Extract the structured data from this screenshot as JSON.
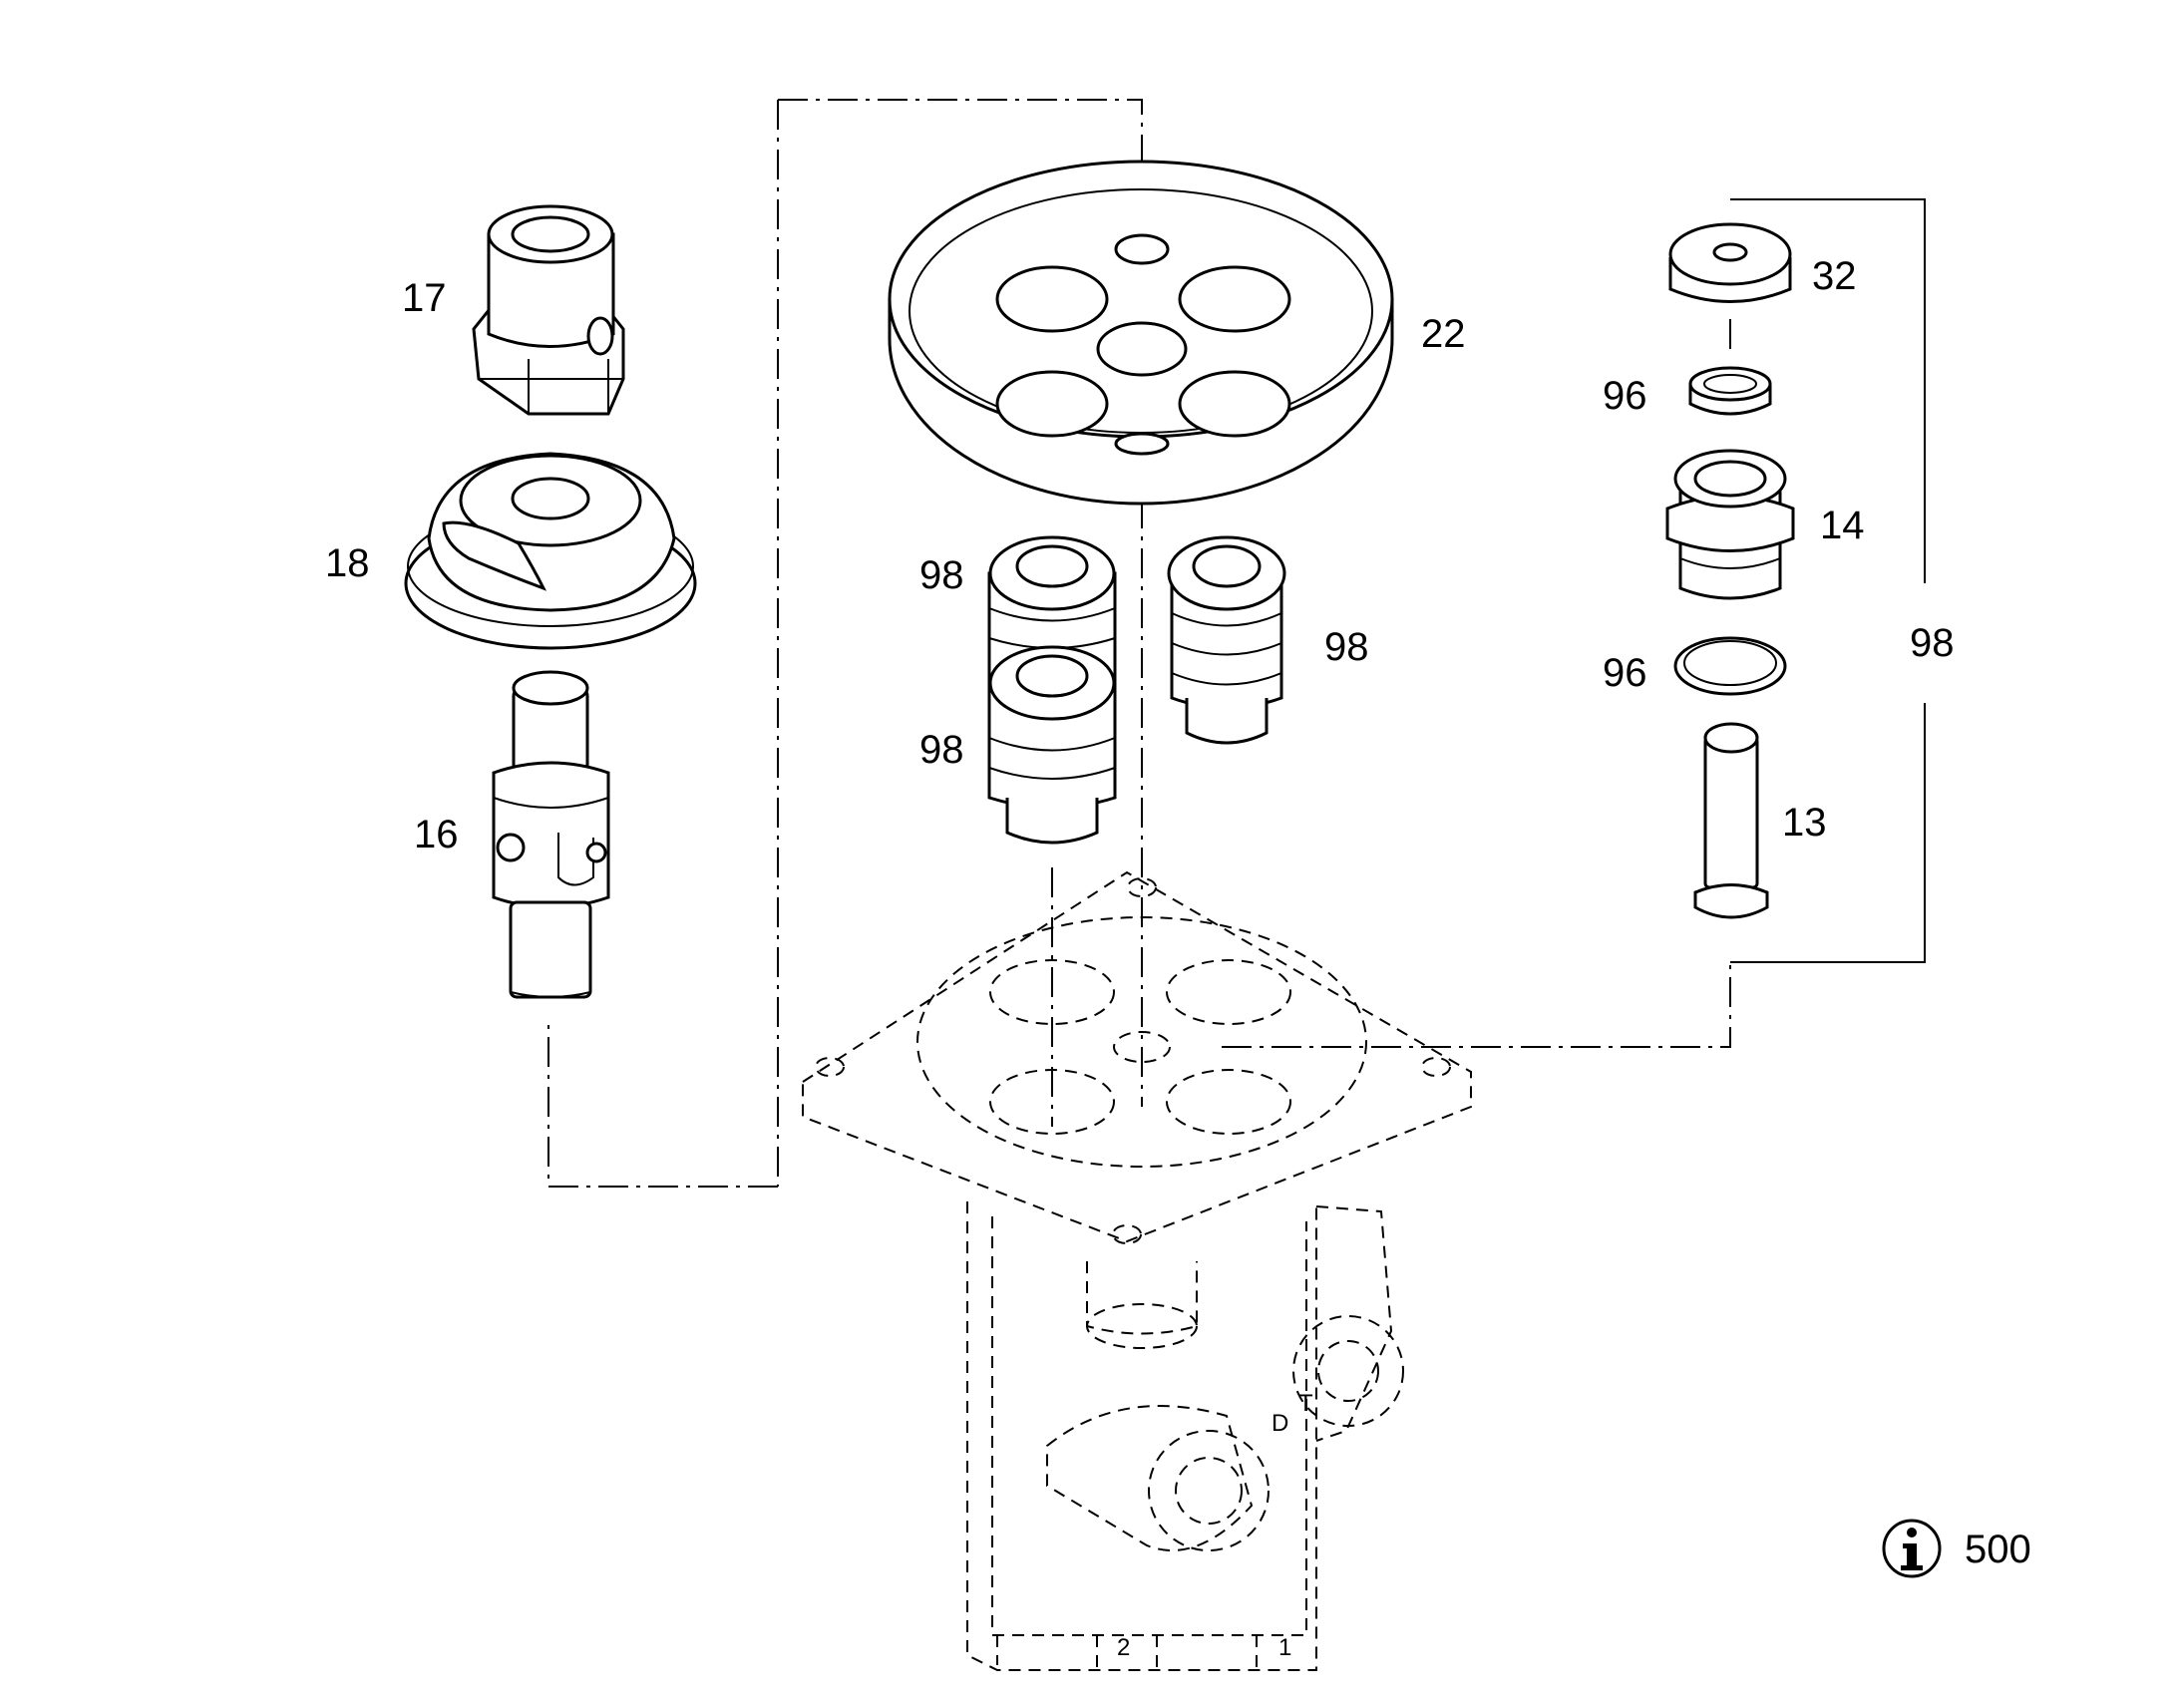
{
  "callouts": {
    "p17": "17",
    "p18": "18",
    "p16": "16",
    "p22": "22",
    "p98_a": "98",
    "p98_b": "98",
    "p98_c": "98",
    "p32": "32",
    "p96_a": "96",
    "p14": "14",
    "p96_b": "96",
    "p13": "13",
    "p98_group": "98"
  },
  "housing_marks": {
    "port_d": "D",
    "port_t": "T",
    "port_1": "1",
    "port_2": "2"
  },
  "info": {
    "icon": "info-icon",
    "number": "500"
  }
}
